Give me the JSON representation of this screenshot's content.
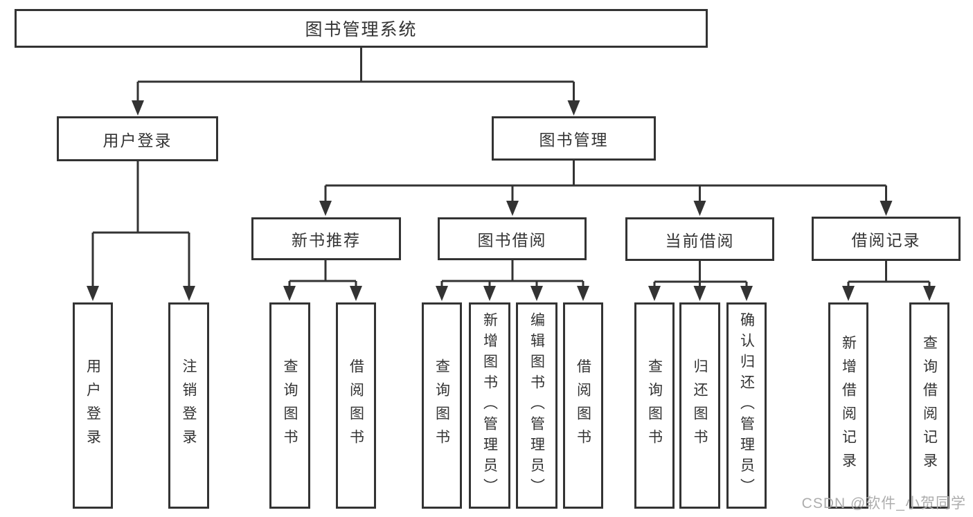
{
  "diagram": {
    "type": "hierarchy-tree",
    "root": {
      "id": "library-management-system",
      "label": "图书管理系统"
    },
    "level2": [
      {
        "id": "user-login",
        "label": "用户登录",
        "parent": "library-management-system"
      },
      {
        "id": "book-management",
        "label": "图书管理",
        "parent": "library-management-system"
      }
    ],
    "level3": [
      {
        "id": "new-book-recommend",
        "label": "新书推荐",
        "parent": "book-management"
      },
      {
        "id": "book-borrow",
        "label": "图书借阅",
        "parent": "book-management"
      },
      {
        "id": "current-borrow",
        "label": "当前借阅",
        "parent": "book-management"
      },
      {
        "id": "borrow-records",
        "label": "借阅记录",
        "parent": "book-management"
      }
    ],
    "leaves": [
      {
        "id": "leaf-user-login",
        "label": "用户登录",
        "parent": "user-login"
      },
      {
        "id": "leaf-logout",
        "label": "注销登录",
        "parent": "user-login"
      },
      {
        "id": "leaf-query-books-recommend",
        "label": "查询图书",
        "parent": "new-book-recommend"
      },
      {
        "id": "leaf-borrow-books-recommend",
        "label": "借阅图书",
        "parent": "new-book-recommend"
      },
      {
        "id": "leaf-query-books-borrow",
        "label": "查询图书",
        "parent": "book-borrow"
      },
      {
        "id": "leaf-add-books-admin",
        "label": "新增图书（管理员）",
        "parent": "book-borrow"
      },
      {
        "id": "leaf-edit-books-admin",
        "label": "编辑图书（管理员）",
        "parent": "book-borrow"
      },
      {
        "id": "leaf-borrow-books",
        "label": "借阅图书",
        "parent": "book-borrow"
      },
      {
        "id": "leaf-query-books-current",
        "label": "查询图书",
        "parent": "current-borrow"
      },
      {
        "id": "leaf-return-books",
        "label": "归还图书",
        "parent": "current-borrow"
      },
      {
        "id": "leaf-confirm-return-admin",
        "label": "确认归还（管理员）",
        "parent": "current-borrow"
      },
      {
        "id": "leaf-add-borrow-record",
        "label": "新增借阅记录",
        "parent": "borrow-records"
      },
      {
        "id": "leaf-query-borrow-record",
        "label": "查询借阅记录",
        "parent": "borrow-records"
      }
    ]
  },
  "watermark": {
    "text": "CSDN @软件_小贺同学"
  },
  "colors": {
    "line": "#333333",
    "box_border": "#333333",
    "box_fill": "#ffffff",
    "text": "#333333",
    "watermark": "#adadad",
    "background": "#ffffff"
  }
}
